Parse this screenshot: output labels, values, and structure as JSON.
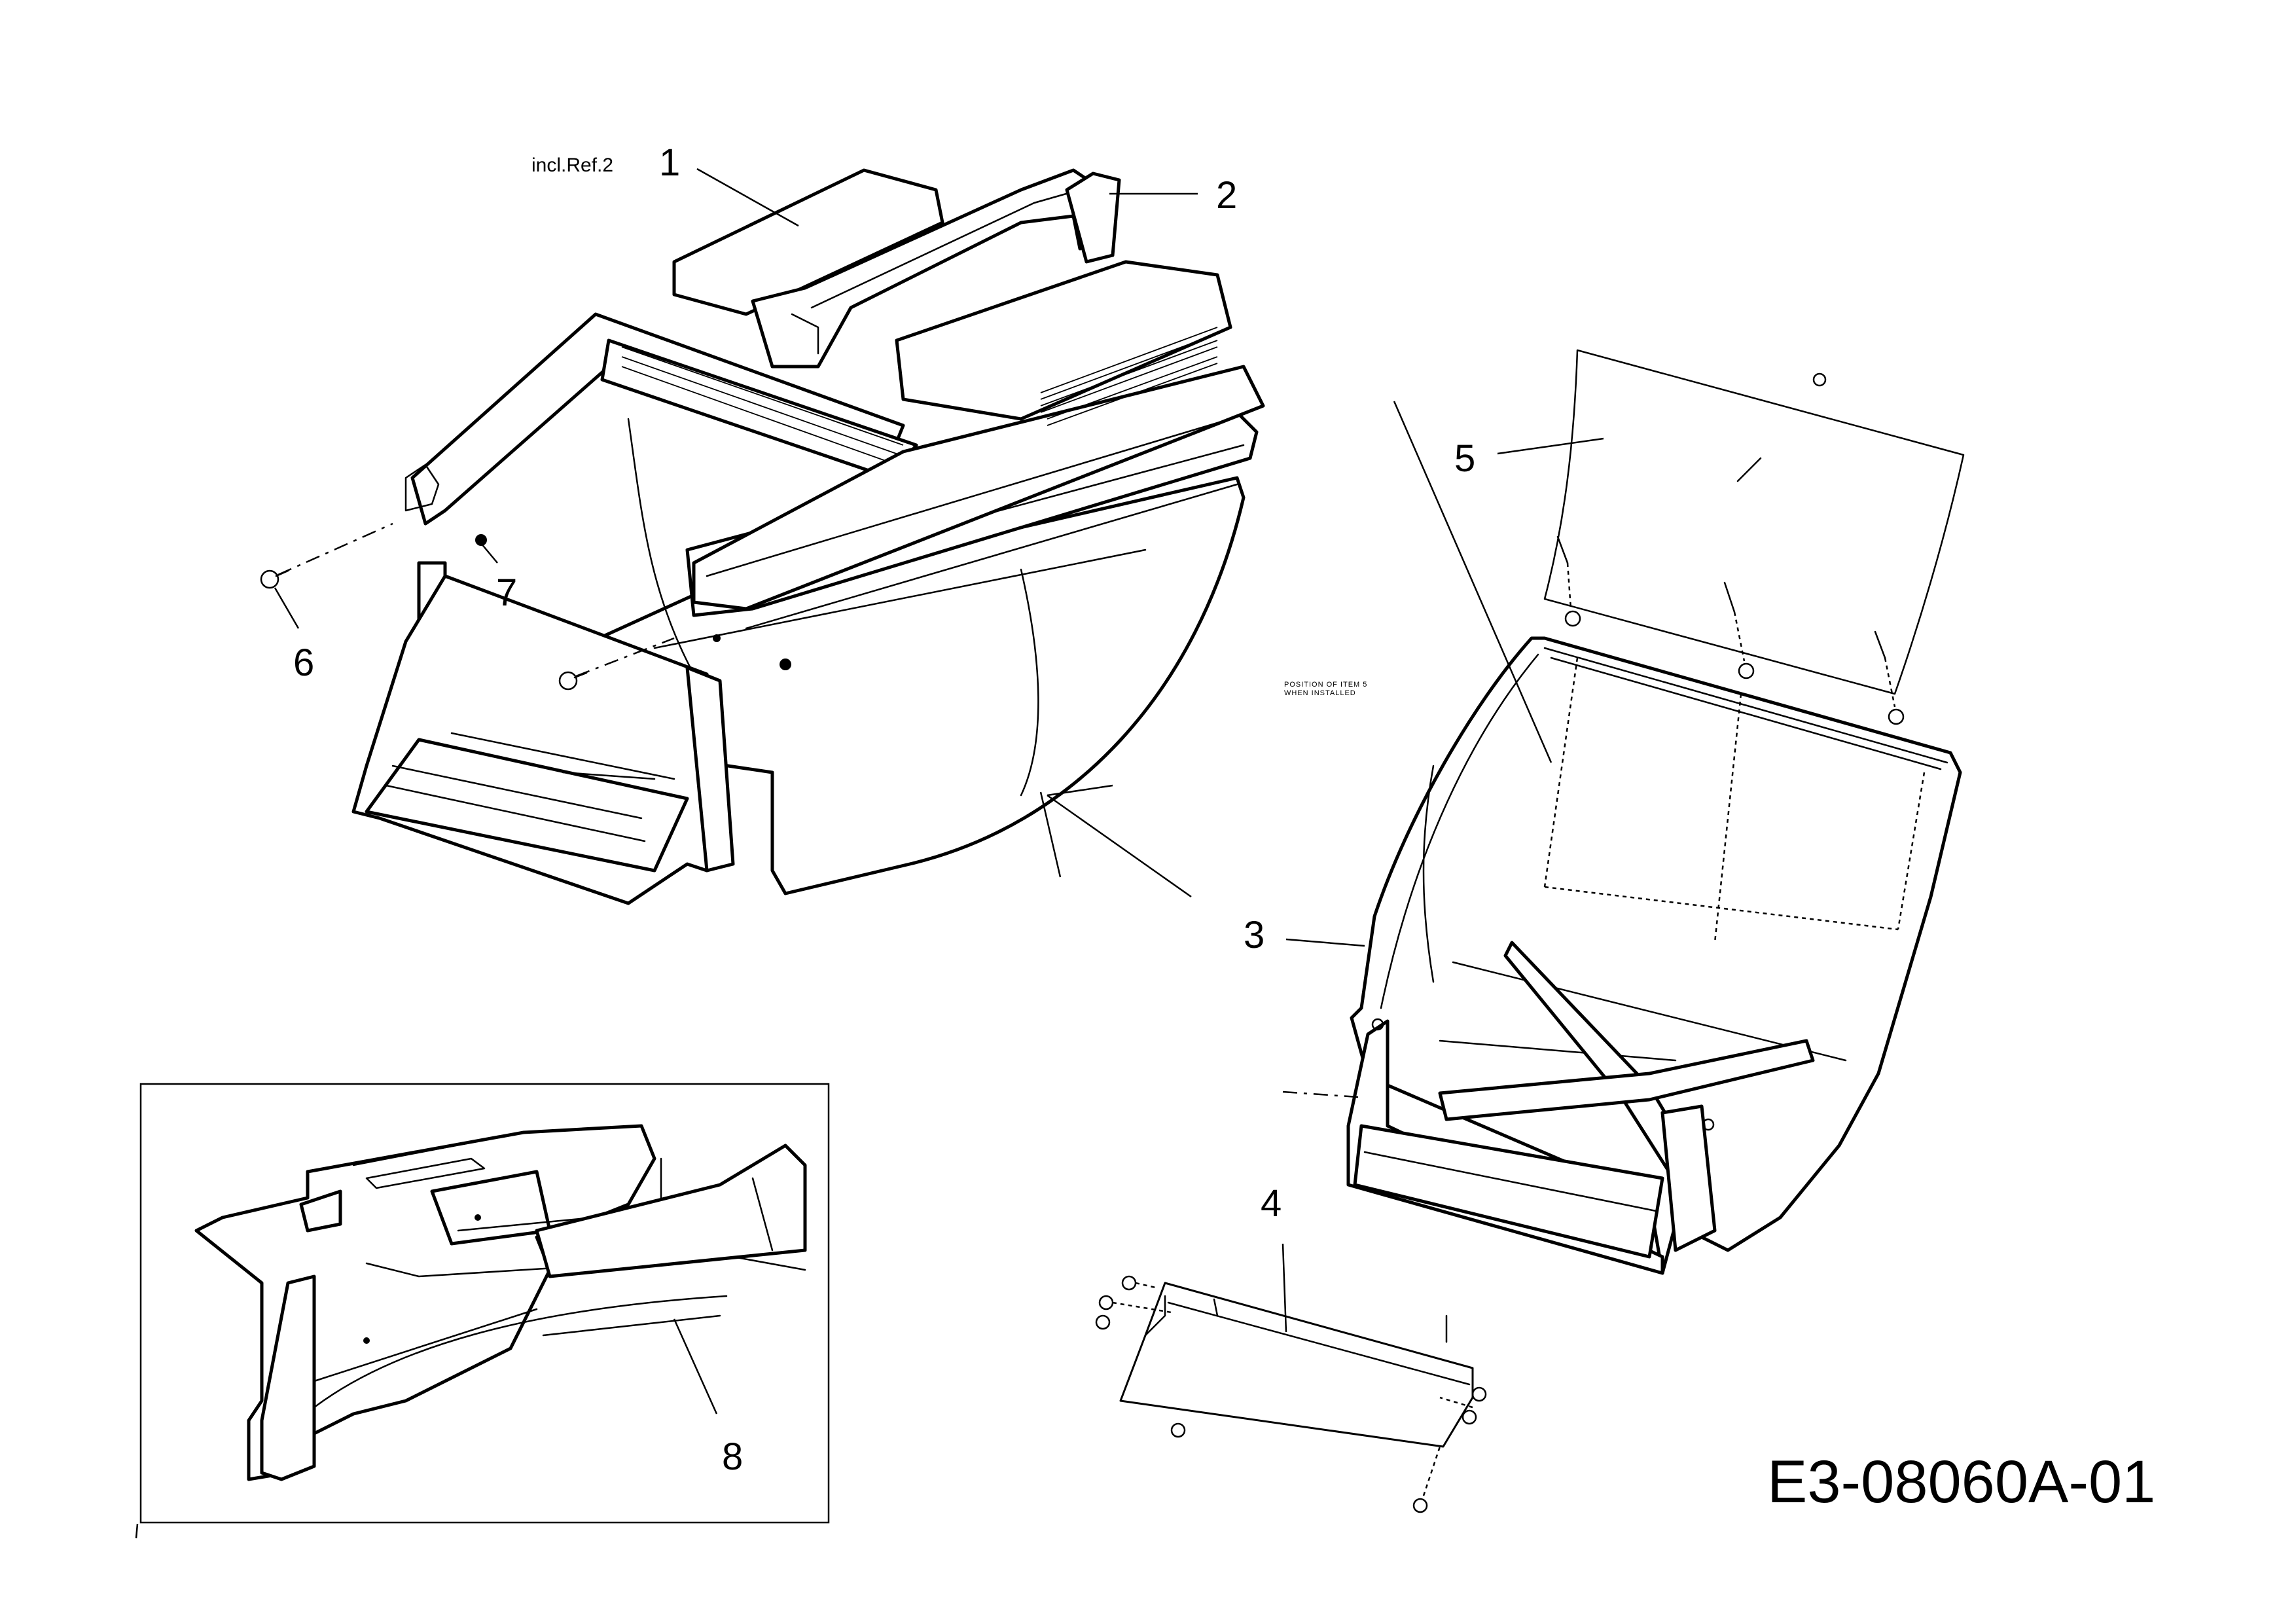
{
  "diagram": {
    "note_incl": "incl.Ref.2",
    "position_note_line1": "POSITION OF ITEM 5",
    "position_note_line2": "WHEN INSTALLED",
    "drawing_code": "E3-08060A-01",
    "callouts": [
      {
        "id": "1",
        "label": "1"
      },
      {
        "id": "2",
        "label": "2"
      },
      {
        "id": "3",
        "label": "3"
      },
      {
        "id": "4",
        "label": "4"
      },
      {
        "id": "5",
        "label": "5"
      },
      {
        "id": "6",
        "label": "6"
      },
      {
        "id": "7",
        "label": "7"
      },
      {
        "id": "8",
        "label": "8"
      }
    ]
  }
}
